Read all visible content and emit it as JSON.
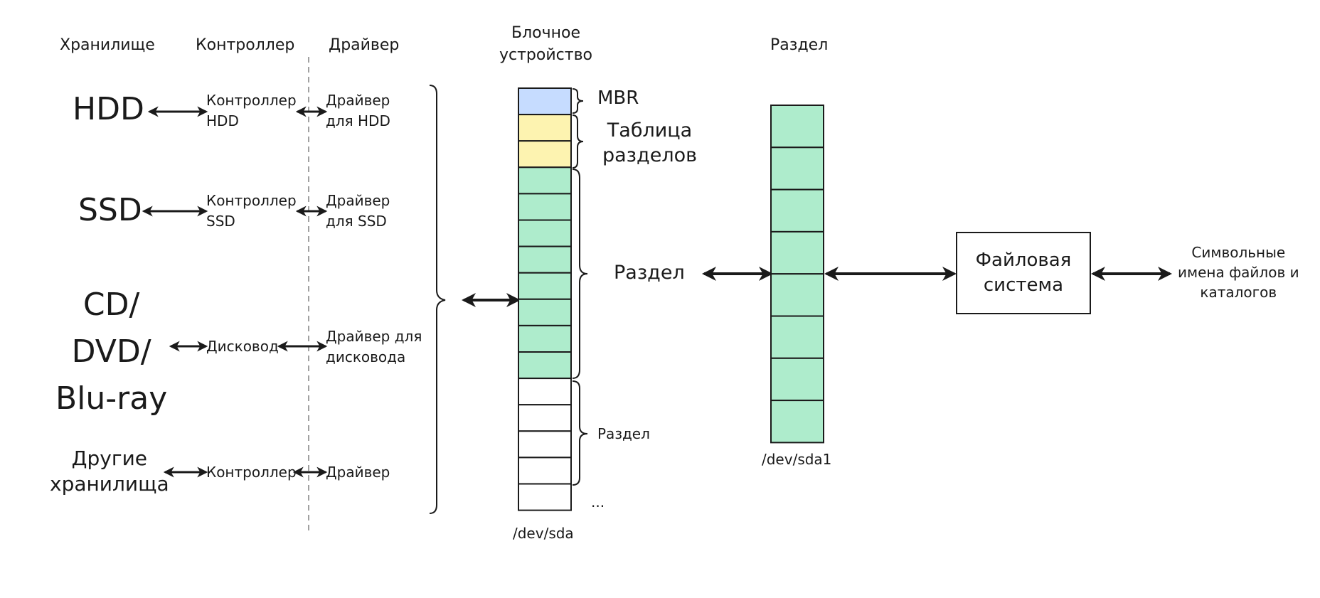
{
  "headers": {
    "storage": "Хранилище",
    "controller": "Контроллер",
    "driver": "Драйвер",
    "block_device_l1": "Блочное",
    "block_device_l2": "устройство",
    "partition": "Раздел"
  },
  "rows": [
    {
      "storage": [
        "HDD"
      ],
      "controller": [
        "Контроллер",
        "HDD"
      ],
      "driver": [
        "Драйвер",
        "для HDD"
      ]
    },
    {
      "storage": [
        "SSD"
      ],
      "controller": [
        "Контроллер",
        "SSD"
      ],
      "driver": [
        "Драйвер",
        "для SSD"
      ]
    },
    {
      "storage": [
        "CD/",
        "DVD/",
        "Blu-ray"
      ],
      "controller": [
        "Дисковод"
      ],
      "driver": [
        "Драйвер для",
        "дисковода"
      ]
    },
    {
      "storage": [
        "Другие",
        "хранилища"
      ],
      "controller": [
        "Контроллер"
      ],
      "driver": [
        "Драйвер"
      ]
    }
  ],
  "block_device": {
    "mbr": "MBR",
    "partition_table_l1": "Таблица",
    "partition_table_l2": "разделов",
    "partition_main": "Раздел",
    "partition_second": "Раздел",
    "ellipsis": "...",
    "name": "/dev/sda",
    "block_colors": [
      "#c6dcff",
      "#fdf3b0",
      "#fdf3b0",
      "#aeeccc",
      "#aeeccc",
      "#aeeccc",
      "#aeeccc",
      "#aeeccc",
      "#aeeccc",
      "#aeeccc",
      "#aeeccc",
      "#ffffff",
      "#ffffff",
      "#ffffff",
      "#ffffff",
      "#ffffff"
    ]
  },
  "partition_device": {
    "name": "/dev/sda1",
    "block_color": "#aeeccc",
    "block_count": 8
  },
  "file_system": {
    "line1": "Файловая",
    "line2": "система"
  },
  "symbolic_names": {
    "line1": "Символьные",
    "line2": "имена файлов и",
    "line3": "каталогов"
  },
  "colors": {
    "stroke": "#1a1a1a",
    "dashed": "#a0a0a0"
  }
}
